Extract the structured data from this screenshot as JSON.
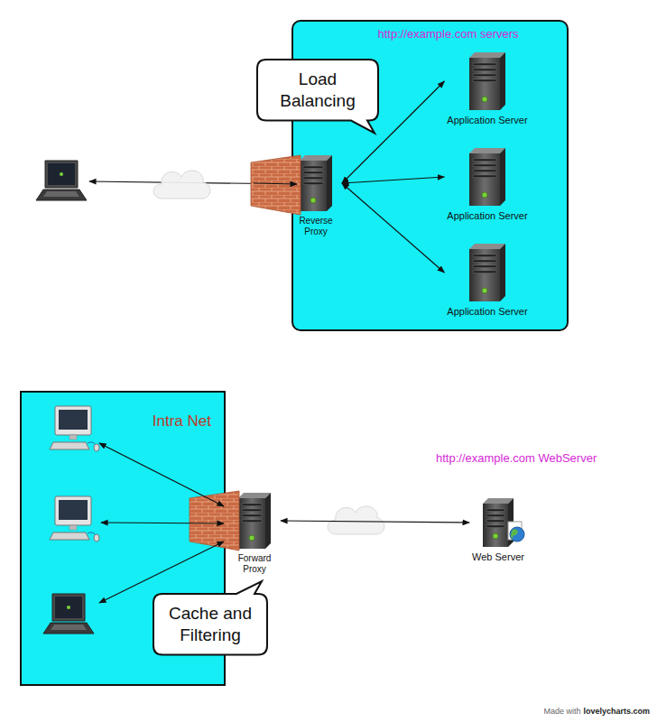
{
  "diagram": {
    "nodes": [
      {
        "text": [
          "http://example.com servers"
        ]
      },
      {
        "text": [
          "Load Balancing"
        ]
      },
      {
        "text": [
          "Reverse Proxy"
        ],
        "in": 0
      },
      {
        "text": [
          "Application Server"
        ],
        "in": 0
      },
      {
        "text": [
          "Application Server"
        ],
        "in": 0
      },
      {
        "text": [
          "Application Server"
        ],
        "in": 0
      },
      {
        "text": [
          "Intra Net"
        ]
      },
      {
        "text": [
          "Forward Proxy"
        ]
      },
      {
        "text": [
          "Cache and Filtering"
        ]
      },
      {
        "text": [
          "Web Server"
        ]
      }
    ],
    "edges": [
      {
        "from": 2,
        "to": 3,
        "arrow": "both"
      },
      {
        "from": 2,
        "to": 4,
        "arrow": "both"
      },
      {
        "from": 2,
        "to": 5,
        "arrow": "both"
      },
      {
        "from": 7,
        "to": 9,
        "arrow": "both"
      }
    ],
    "labels": [
      "http://example.com WebServer",
      "Made with",
      "lovelycharts.com"
    ]
  }
}
